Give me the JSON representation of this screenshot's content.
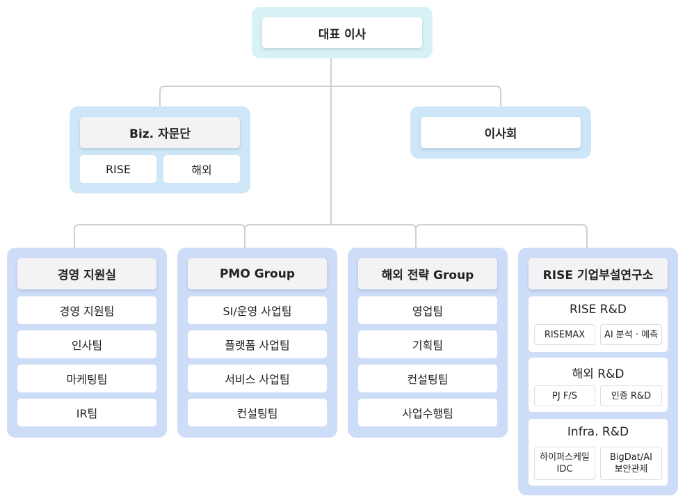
{
  "chart_title": "Organization Chart",
  "colors": {
    "ceo_panel": "#d7f2f5",
    "mid_panel": "#cde7f8",
    "division_panel": "#cddcf7",
    "header_card": "#f3f3f5",
    "card": "#ffffff",
    "connector": "#cfcfd3"
  },
  "ceo": {
    "label": "대표 이사"
  },
  "advisory": {
    "label": "Biz. 자문단",
    "members": [
      "RISE",
      "해외"
    ]
  },
  "board": {
    "label": "이사회"
  },
  "divisions": [
    {
      "label": "경영 지원실",
      "teams": [
        "경영 지원팀",
        "인사팀",
        "마케팅팀",
        "IR팀"
      ]
    },
    {
      "label": "PMO Group",
      "teams": [
        "SI/운영 사업팀",
        "플랫폼 사업팀",
        "서비스 사업팀",
        "컨설팅팀"
      ]
    },
    {
      "label": "해외 전략 Group",
      "teams": [
        "영업팀",
        "기획팀",
        "컨설팅팀",
        "사업수행팀"
      ]
    },
    {
      "label": "RISE 기업부설연구소",
      "labs": [
        {
          "label": "RISE R&D",
          "items": [
            "RISEMAX",
            "AI 분석 · 예측"
          ]
        },
        {
          "label": "해외 R&D",
          "items": [
            "PJ F/S",
            "인증 R&D"
          ]
        },
        {
          "label": "Infra. R&D",
          "items": [
            "하이퍼스케일\nIDC",
            "BigDat/AI\n보안관제"
          ]
        }
      ]
    }
  ]
}
